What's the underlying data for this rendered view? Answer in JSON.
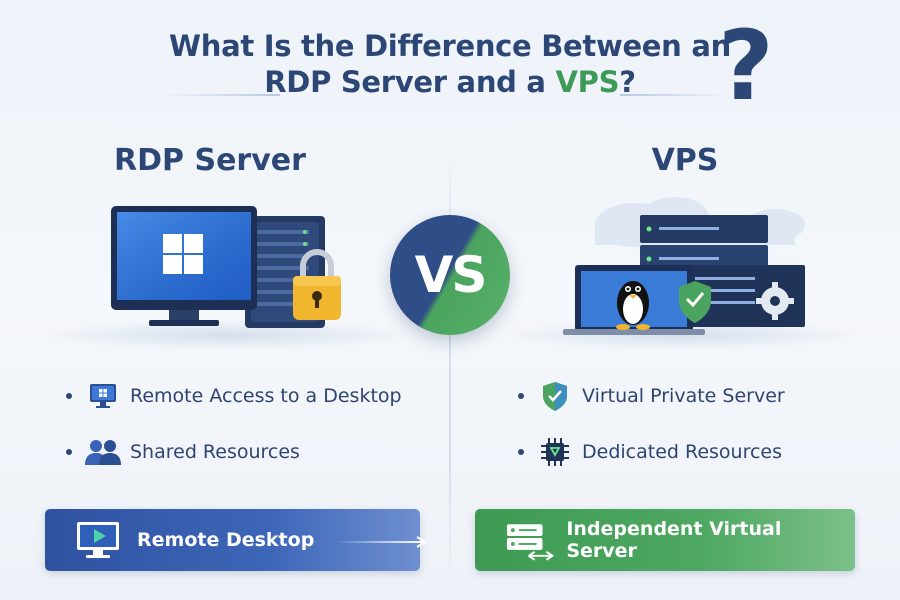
{
  "title": {
    "line1": "What Is the Difference Between an",
    "line2_pre": "RDP Server and a ",
    "line2_accent": "VPS",
    "line2_post": "?",
    "question_mark": "?"
  },
  "left": {
    "heading": "RDP Server",
    "bullets": [
      {
        "icon": "monitor-windows-icon",
        "text": "Remote Access to a Desktop"
      },
      {
        "icon": "users-icon",
        "text": "Shared Resources"
      }
    ],
    "bar_label": "Remote Desktop"
  },
  "right": {
    "heading": "VPS",
    "bullets": [
      {
        "icon": "shield-icon",
        "text": "Virtual Private Server"
      },
      {
        "icon": "chip-icon",
        "text": "Dedicated Resources"
      }
    ],
    "bar_label": "Independent Virtual Server"
  },
  "vs_label": "VS",
  "colors": {
    "navy": "#2c4775",
    "green": "#3d9a57",
    "blue_bar": "#3d66b8",
    "green_bar": "#4ea862",
    "lock_gold": "#f2b52e"
  }
}
